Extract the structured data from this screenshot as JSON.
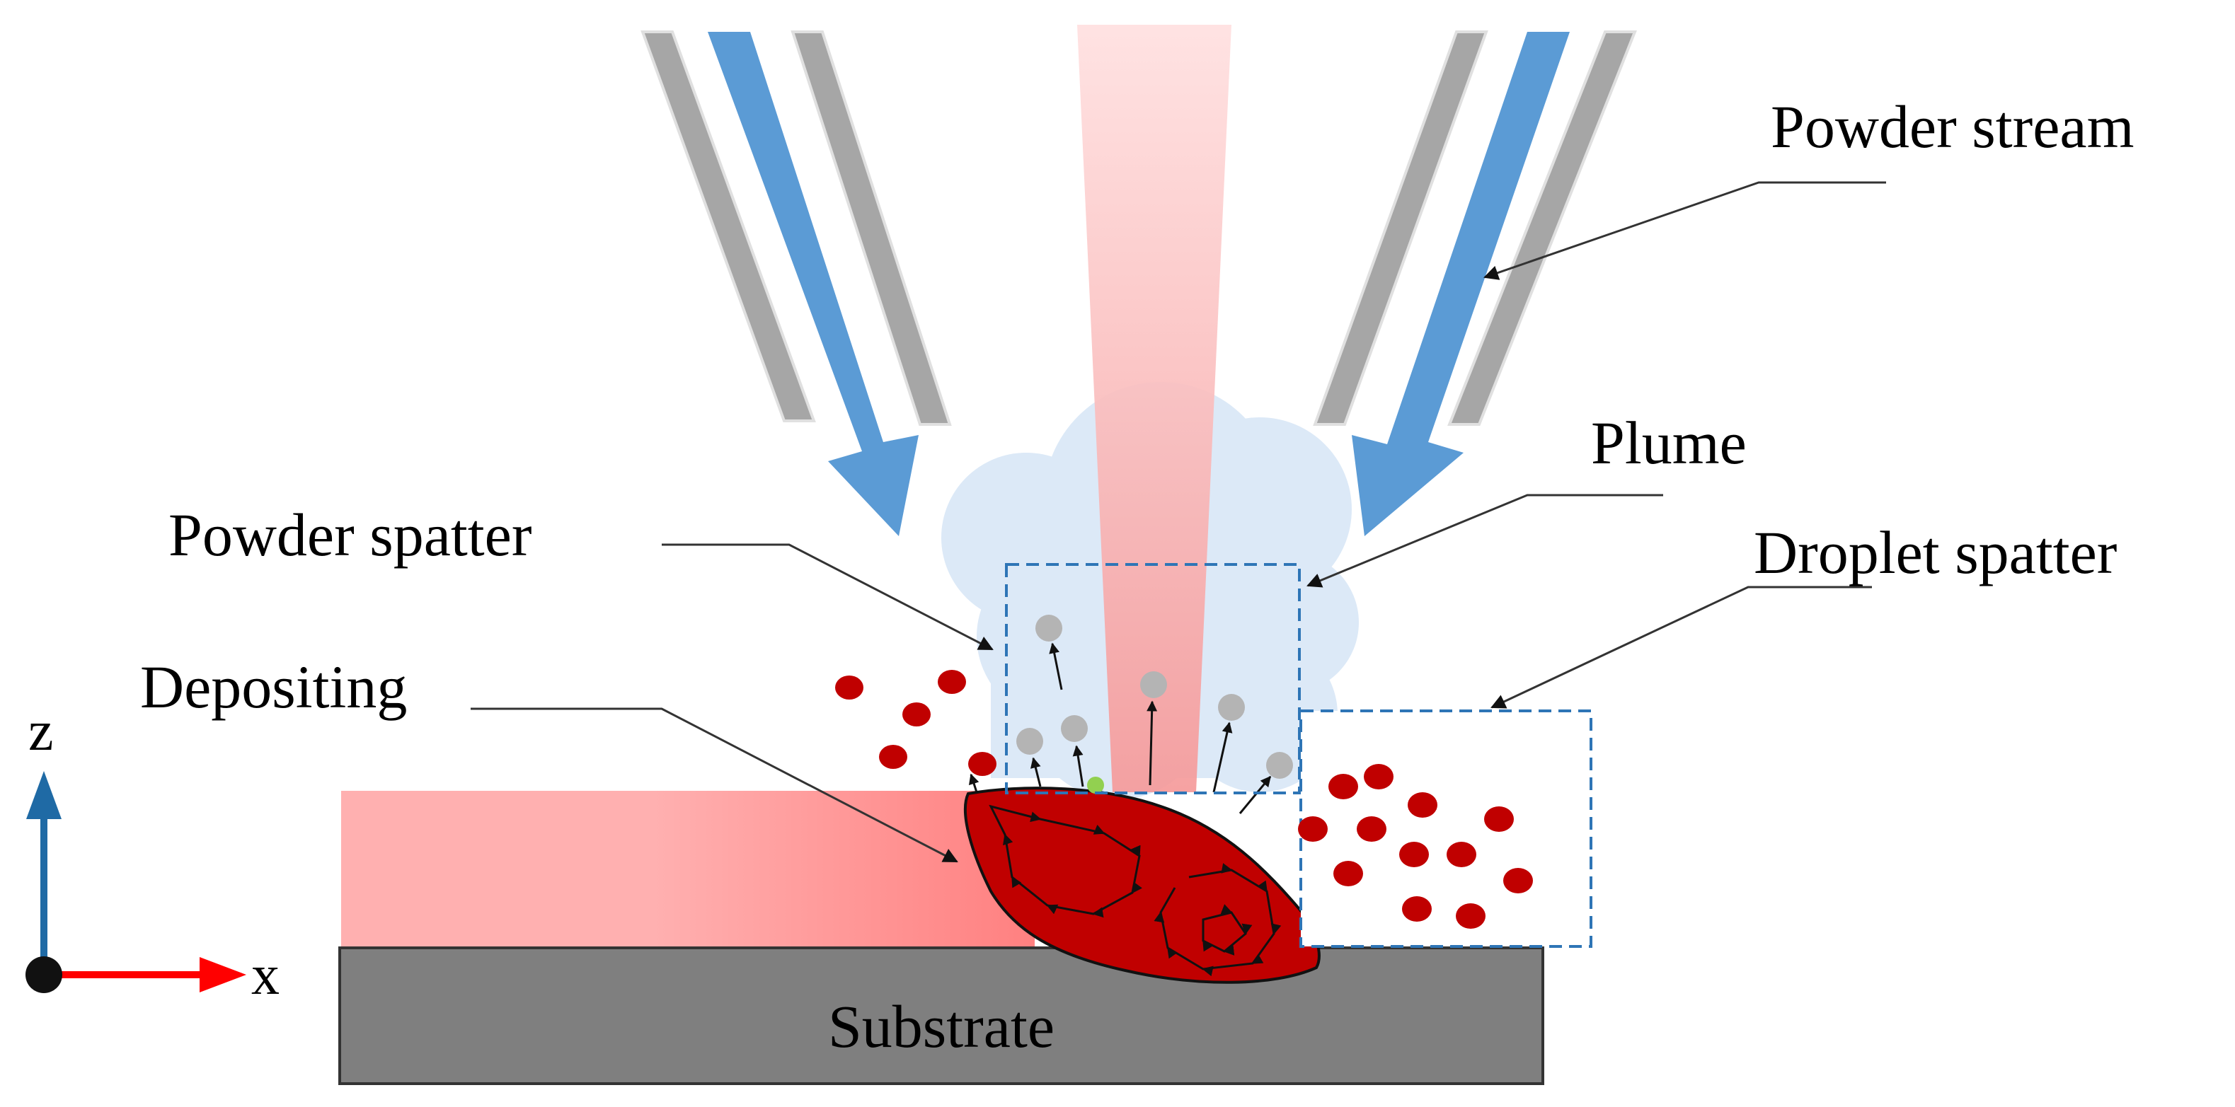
{
  "labels": {
    "powder_stream": "Powder stream",
    "plume": "Plume",
    "powder_spatter": "Powder spatter",
    "droplet_spatter": "Droplet spatter",
    "depositing": "Depositing",
    "substrate": "Substrate"
  },
  "axes": {
    "z_label": "z",
    "x_label": "x"
  },
  "colors": {
    "nozzle_gray": "#a6a6a6",
    "powder_arrow_blue": "#5b9bd5",
    "laser_pink": "#f8a6a6",
    "plume_blue": "#dce9f7",
    "melt_pool_red": "#c00000",
    "droplet_red": "#c00000",
    "powder_particle_gray": "#b4b4b4",
    "substrate_gray": "#7f7f7f",
    "deposited_track_pink": "#ffb3b3",
    "dashed_box_blue": "#2e75b6",
    "z_axis_blue": "#1f6aa5",
    "x_axis_red": "#ff0000"
  }
}
